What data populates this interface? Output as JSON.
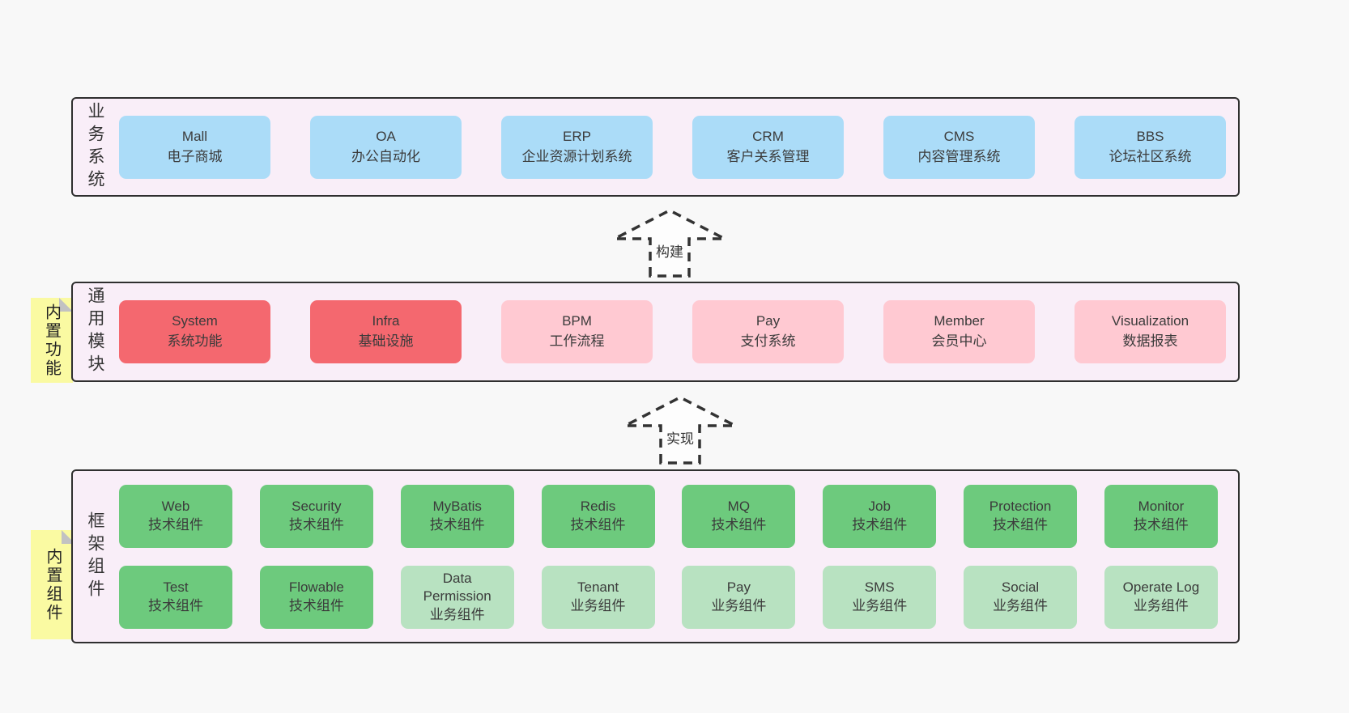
{
  "diagram": {
    "background": "#f8f8f8",
    "panel_background": "#f9eef8",
    "colors": {
      "blue": "#abdcf8",
      "red": "#f4686f",
      "pink": "#ffc9d2",
      "green": "#6dca7d",
      "lightgreen": "#b8e2c1",
      "note_yellow": "#fafaa2"
    }
  },
  "layers": [
    {
      "id": "business",
      "label": "业务系统",
      "note": null,
      "rows": [
        [
          {
            "en": "Mall",
            "zh": "电子商城",
            "color": "blue"
          },
          {
            "en": "OA",
            "zh": "办公自动化",
            "color": "blue"
          },
          {
            "en": "ERP",
            "zh": "企业资源计划系统",
            "color": "blue"
          },
          {
            "en": "CRM",
            "zh": "客户关系管理",
            "color": "blue"
          },
          {
            "en": "CMS",
            "zh": "内容管理系统",
            "color": "blue"
          },
          {
            "en": "BBS",
            "zh": "论坛社区系统",
            "color": "blue"
          }
        ]
      ]
    },
    {
      "id": "modules",
      "label": "通用模块",
      "note": "内置功能",
      "rows": [
        [
          {
            "en": "System",
            "zh": "系统功能",
            "color": "red"
          },
          {
            "en": "Infra",
            "zh": "基础设施",
            "color": "red"
          },
          {
            "en": "BPM",
            "zh": "工作流程",
            "color": "pink"
          },
          {
            "en": "Pay",
            "zh": "支付系统",
            "color": "pink"
          },
          {
            "en": "Member",
            "zh": "会员中心",
            "color": "pink"
          },
          {
            "en": "Visualization",
            "zh": "数据报表",
            "color": "pink"
          }
        ]
      ]
    },
    {
      "id": "components",
      "label": "框架组件",
      "note": "内置组件",
      "rows": [
        [
          {
            "en": "Web",
            "zh": "技术组件",
            "color": "green"
          },
          {
            "en": "Security",
            "zh": "技术组件",
            "color": "green"
          },
          {
            "en": "MyBatis",
            "zh": "技术组件",
            "color": "green"
          },
          {
            "en": "Redis",
            "zh": "技术组件",
            "color": "green"
          },
          {
            "en": "MQ",
            "zh": "技术组件",
            "color": "green"
          },
          {
            "en": "Job",
            "zh": "技术组件",
            "color": "green"
          },
          {
            "en": "Protection",
            "zh": "技术组件",
            "color": "green"
          },
          {
            "en": "Monitor",
            "zh": "技术组件",
            "color": "green"
          }
        ],
        [
          {
            "en": "Test",
            "zh": "技术组件",
            "color": "green"
          },
          {
            "en": "Flowable",
            "zh": "技术组件",
            "color": "green"
          },
          {
            "en": "Data\nPermission",
            "zh": "业务组件",
            "color": "lightgreen"
          },
          {
            "en": "Tenant",
            "zh": "业务组件",
            "color": "lightgreen"
          },
          {
            "en": "Pay",
            "zh": "业务组件",
            "color": "lightgreen"
          },
          {
            "en": "SMS",
            "zh": "业务组件",
            "color": "lightgreen"
          },
          {
            "en": "Social",
            "zh": "业务组件",
            "color": "lightgreen"
          },
          {
            "en": "Operate Log",
            "zh": "业务组件",
            "color": "lightgreen"
          }
        ]
      ]
    }
  ],
  "arrows": [
    {
      "id": "build",
      "label": "构建"
    },
    {
      "id": "implement",
      "label": "实现"
    }
  ]
}
